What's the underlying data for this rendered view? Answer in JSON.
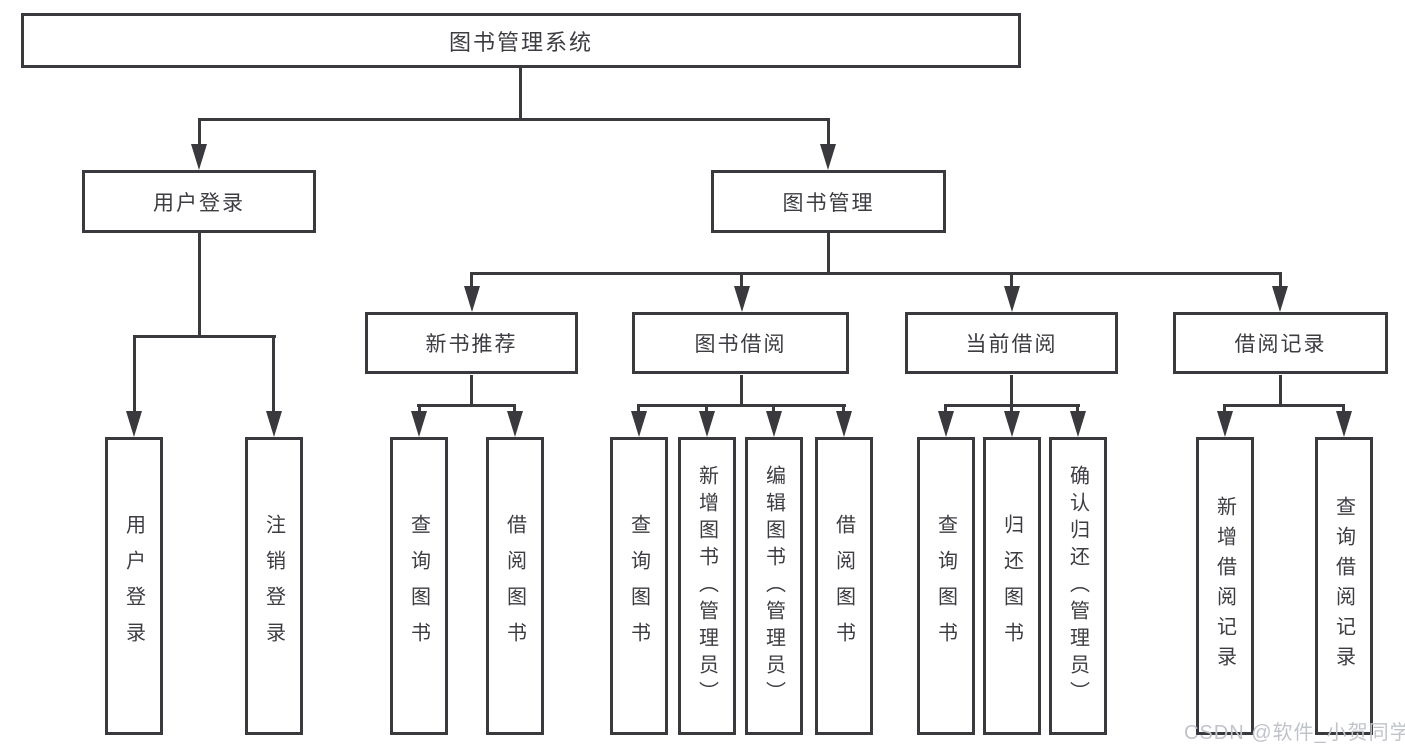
{
  "tree": {
    "root": {
      "label": "图书管理系统"
    },
    "user_login": {
      "label": "用户登录",
      "children": [
        {
          "label": "用户登录"
        },
        {
          "label": "注销登录"
        }
      ]
    },
    "book_mgmt": {
      "label": "图书管理",
      "children": [
        {
          "label": "新书推荐",
          "children": [
            {
              "label": "查询图书"
            },
            {
              "label": "借阅图书"
            }
          ]
        },
        {
          "label": "图书借阅",
          "children": [
            {
              "label": "查询图书"
            },
            {
              "label": "新增图书（管理员）"
            },
            {
              "label": "编辑图书（管理员）"
            },
            {
              "label": "借阅图书"
            }
          ]
        },
        {
          "label": "当前借阅",
          "children": [
            {
              "label": "查询图书"
            },
            {
              "label": "归还图书"
            },
            {
              "label": "确认归还（管理员）"
            }
          ]
        },
        {
          "label": "借阅记录",
          "children": [
            {
              "label": "新增借阅记录"
            },
            {
              "label": "查询借阅记录"
            }
          ]
        }
      ]
    }
  },
  "watermark": {
    "text": "CSDN @软件_小贺同学"
  },
  "colors": {
    "line": "#3a3a3e",
    "text": "#3c3c42",
    "box_background": "#ffffff",
    "watermark": "#c0c4ca"
  }
}
